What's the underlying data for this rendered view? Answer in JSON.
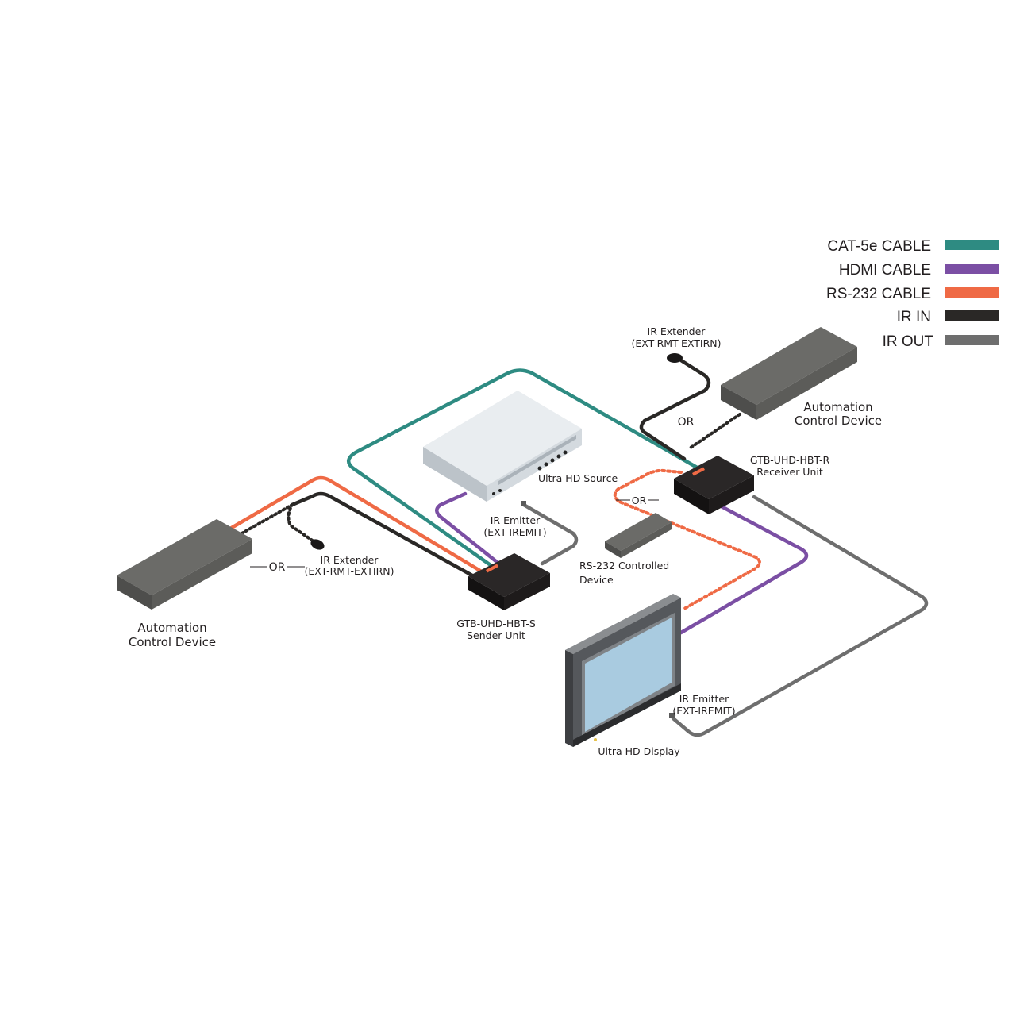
{
  "legend": {
    "items": [
      {
        "label": "CAT-5e CABLE",
        "color": "#2e8b82"
      },
      {
        "label": "HDMI CABLE",
        "color": "#7b4fa4"
      },
      {
        "label": "RS-232 CABLE",
        "color": "#ef6a45"
      },
      {
        "label": "IR IN",
        "color": "#2a2826"
      },
      {
        "label": "IR OUT",
        "color": "#6e6e6e"
      }
    ]
  },
  "colors": {
    "cat5e": "#2e8b82",
    "hdmi": "#7b4fa4",
    "rs232": "#ef6a45",
    "ir_in": "#2a2826",
    "ir_out": "#6e6e6e",
    "device_dark": "#1e1c1c",
    "automation_grey": "#5f5f5c",
    "source_silver": "#cfd4d8",
    "screen": "#a9cbe0"
  },
  "devices": {
    "ultra_hd_source": "Ultra HD Source",
    "sender": {
      "line1": "GTB-UHD-HBT-S",
      "line2": "Sender Unit"
    },
    "receiver": {
      "line1": "GTB-UHD-HBT-R",
      "line2": "Receiver Unit"
    },
    "automation_left": {
      "line1": "Automation",
      "line2": "Control Device"
    },
    "automation_right": {
      "line1": "Automation",
      "line2": "Control Device"
    },
    "rs232_device": {
      "line1": "RS-232 Controlled",
      "line2": "Device"
    },
    "display": "Ultra HD Display"
  },
  "accessories": {
    "ir_extender_left": {
      "line1": "IR Extender",
      "line2": "(EXT-RMT-EXTIRN)"
    },
    "ir_extender_right": {
      "line1": "IR Extender",
      "line2": "(EXT-RMT-EXTIRN)"
    },
    "ir_emitter_source": {
      "line1": "IR Emitter",
      "line2": "(EXT-IREMIT)"
    },
    "ir_emitter_display": {
      "line1": "IR Emitter",
      "line2": "(EXT-IREMIT)"
    }
  },
  "or_labels": {
    "left": "OR",
    "right_top": "OR",
    "rs232": "OR"
  },
  "icons": {
    "ultra_hd_source": "media-player-icon",
    "sender": "extender-box-icon",
    "receiver": "extender-box-icon",
    "automation": "control-box-icon",
    "display": "monitor-icon",
    "ir_extender": "ir-sensor-icon",
    "ir_emitter": "ir-emitter-icon"
  }
}
